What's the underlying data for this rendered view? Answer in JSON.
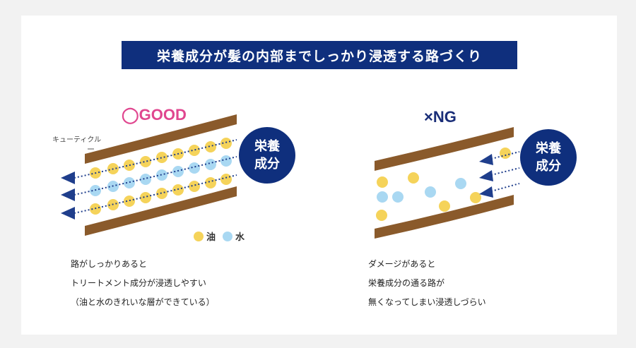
{
  "banner": {
    "title": "栄養成分が髪の内部までしっかり浸透する路づくり"
  },
  "good": {
    "label": "◯GOOD",
    "cuticle_label": "キューティクル",
    "badge_line1": "栄養",
    "badge_line2": "成分",
    "legend_oil": "油",
    "legend_water": "水",
    "desc": [
      "路がしっかりあると",
      "トリートメント成分が浸透しやすい",
      "（油と水のきれいな層ができている）"
    ]
  },
  "ng": {
    "label": "×NG",
    "badge_line1": "栄養",
    "badge_line2": "成分",
    "desc": [
      "ダメージがあると",
      "栄養成分の通る路が",
      "無くなってしまい浸透しづらい"
    ]
  },
  "colors": {
    "navy": "#0f2f7d",
    "brown": "#8a5a2b",
    "oil": "#f5d35a",
    "water": "#a9d8f2",
    "pink": "#e0468f",
    "arrow": "#1f3e8c"
  }
}
